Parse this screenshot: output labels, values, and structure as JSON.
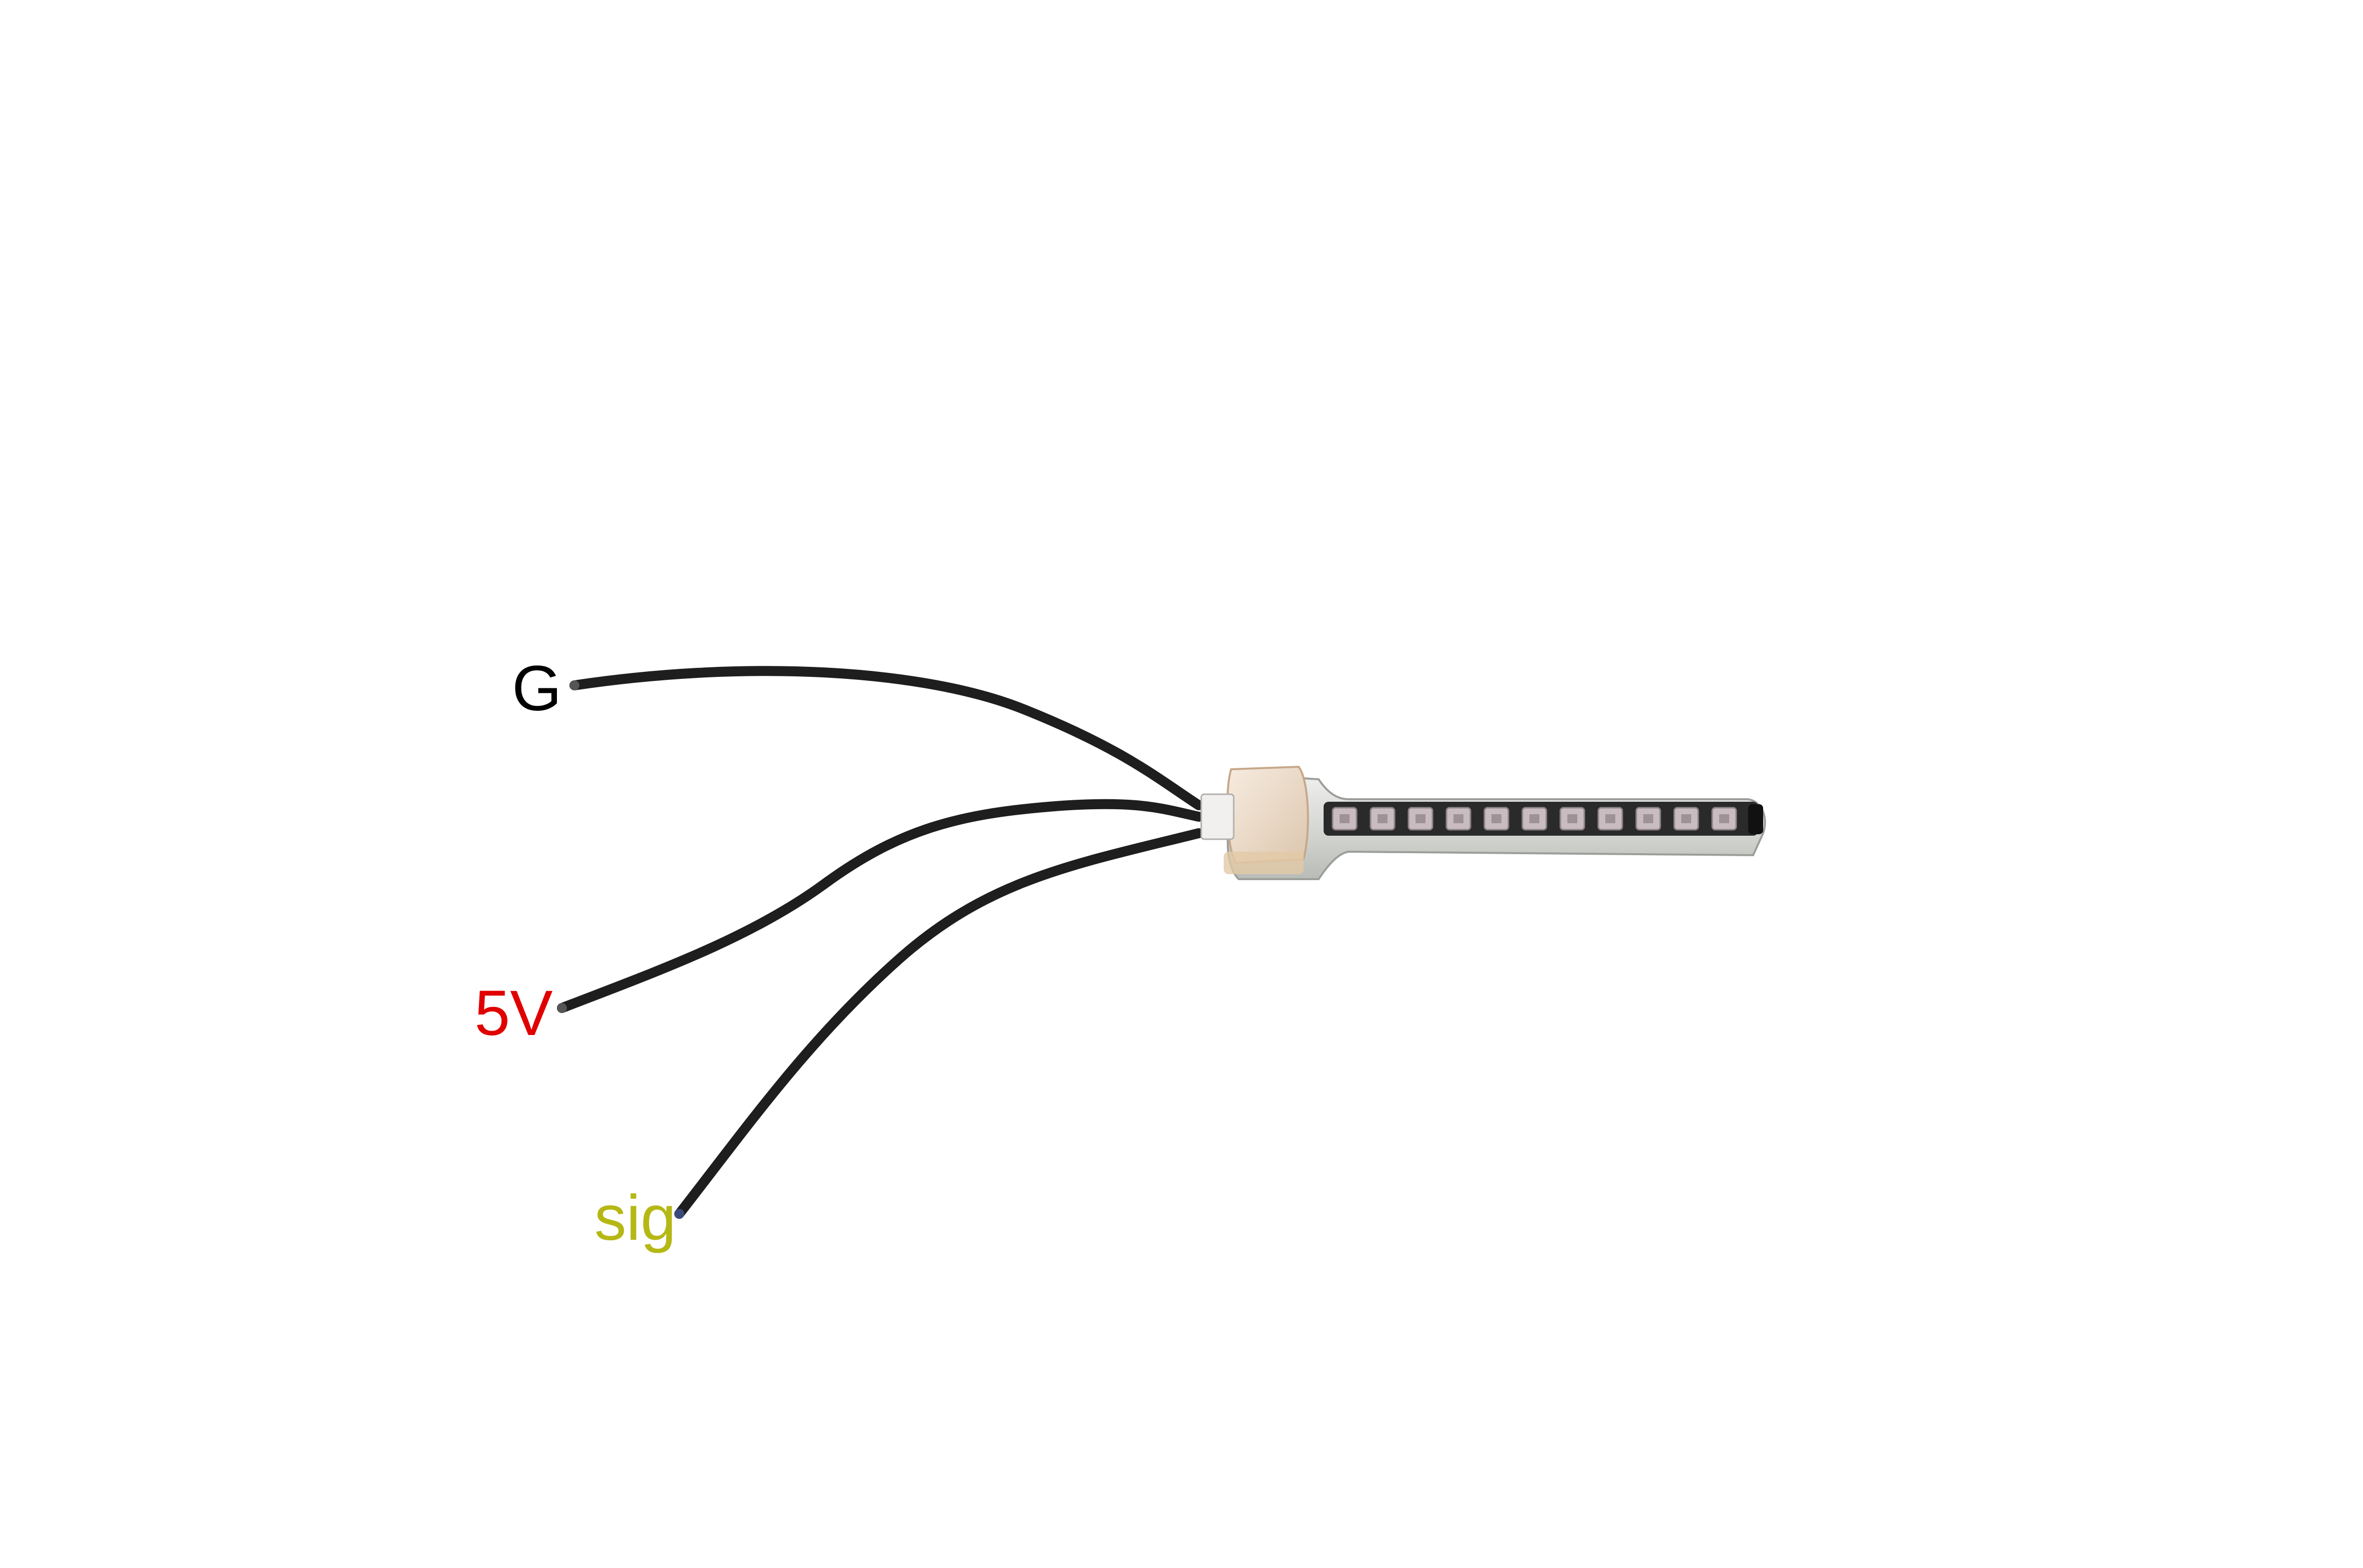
{
  "labels": {
    "ground": {
      "text": "G",
      "color": "#000000"
    },
    "power": {
      "text": "5V",
      "color": "#e00000"
    },
    "signal": {
      "text": "sig",
      "color": "#b5b814"
    }
  },
  "colors": {
    "background": "#ffffff",
    "wire": "#1e1e1e",
    "strip_body": "#d8dad6",
    "pcb": "#2a2a2a",
    "led": "#c9bcc0",
    "connector": "#ecdcc8"
  },
  "led_count": 11
}
